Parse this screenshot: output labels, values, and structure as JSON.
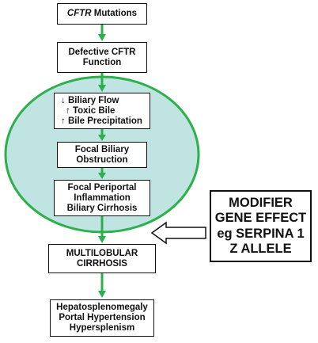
{
  "diagram": {
    "colors": {
      "arrow": "#2bb04a",
      "ellipse_fill": "#bfe4e2",
      "ellipse_stroke": "#2bb04a",
      "box_border": "#111111",
      "text": "#111111"
    },
    "nodes": {
      "cftr": {
        "italic": "CFTR",
        "rest": " Mutations"
      },
      "defective": {
        "lines": [
          "Defective CFTR",
          "Function"
        ]
      },
      "biliary": {
        "lines": [
          "↓ Biliary Flow",
          "↑ Toxic Bile",
          "↑ Bile Precipitation"
        ]
      },
      "focal": {
        "lines": [
          "Focal Biliary",
          "Obstruction"
        ]
      },
      "periportal": {
        "lines": [
          "Focal Periportal",
          "Inflammation",
          "Biliary Cirrhosis"
        ]
      },
      "multilobular": {
        "lines": [
          "MULTILOBULAR",
          "CIRRHOSIS"
        ]
      },
      "hepato": {
        "lines": [
          "Hepatosplenomegaly",
          "Portal Hypertension",
          "Hypersplenism"
        ]
      },
      "modifier": {
        "lines": [
          "MODIFIER",
          "GENE EFFECT",
          "eg SERPINA 1",
          "Z ALLELE"
        ]
      }
    },
    "edges": [
      {
        "from": "cftr",
        "to": "defective",
        "style": "green-arrow"
      },
      {
        "from": "defective",
        "to": "biliary",
        "style": "green-arrow"
      },
      {
        "from": "biliary",
        "to": "focal",
        "style": "green-arrow"
      },
      {
        "from": "focal",
        "to": "periportal",
        "style": "green-arrow"
      },
      {
        "from": "periportal",
        "to": "multilobular",
        "style": "green-arrow"
      },
      {
        "from": "multilobular",
        "to": "hepato",
        "style": "green-arrow"
      },
      {
        "from": "modifier",
        "to": "multilobular",
        "style": "hollow-arrow"
      }
    ]
  }
}
